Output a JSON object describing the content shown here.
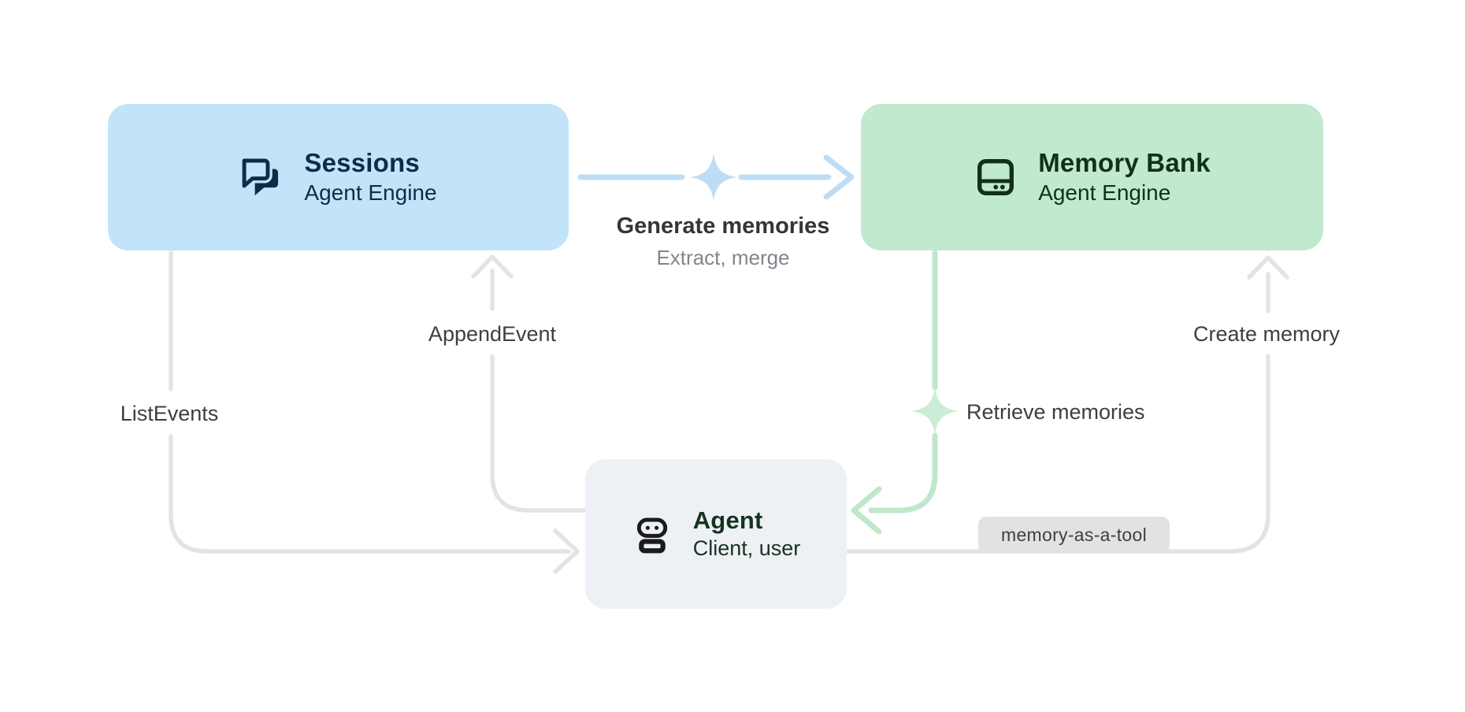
{
  "diagram": {
    "background": "#ffffff",
    "nodes": {
      "sessions": {
        "title": "Sessions",
        "subtitle": "Agent Engine",
        "icon": "chat-bubbles-icon",
        "fill": "#c1e4f9",
        "text_color": "#0c2d48"
      },
      "memory_bank": {
        "title": "Memory Bank",
        "subtitle": "Agent Engine",
        "icon": "storage-card-icon",
        "fill": "#c0e9cd",
        "text_color": "#11301c"
      },
      "agent": {
        "title": "Agent",
        "subtitle": "Client, user",
        "icon": "robot-icon",
        "fill": "#edf1f5",
        "text_color": "#16331f"
      }
    },
    "edges": {
      "generate_memories": {
        "from": "sessions",
        "to": "memory_bank",
        "label": "Generate memories",
        "sublabel": "Extract, merge",
        "color": "#bdddf6",
        "marker": "sparkle-icon"
      },
      "append_event": {
        "from": "agent",
        "to": "sessions",
        "label": "AppendEvent",
        "color": "#e3e3e3"
      },
      "list_events": {
        "from": "sessions",
        "to": "agent",
        "label": "ListEvents",
        "color": "#e3e3e3"
      },
      "retrieve_memories": {
        "from": "memory_bank",
        "to": "agent",
        "label": "Retrieve memories",
        "color": "#bfe8cb",
        "marker": "sparkle-icon"
      },
      "create_memory": {
        "from": "agent",
        "to": "memory_bank",
        "label": "Create memory",
        "badge": "memory-as-a-tool",
        "color": "#e3e3e3"
      }
    },
    "colors": {
      "blue_line": "#bdddf6",
      "blue_sparkle": "#bdddf6",
      "green_line": "#bfe8cb",
      "green_sparkle": "#c9eed5",
      "gray_line": "#e3e3e3",
      "label_text": "#3c4043",
      "sublabel_text": "#80868b",
      "badge_bg": "#e2e2e2"
    }
  }
}
